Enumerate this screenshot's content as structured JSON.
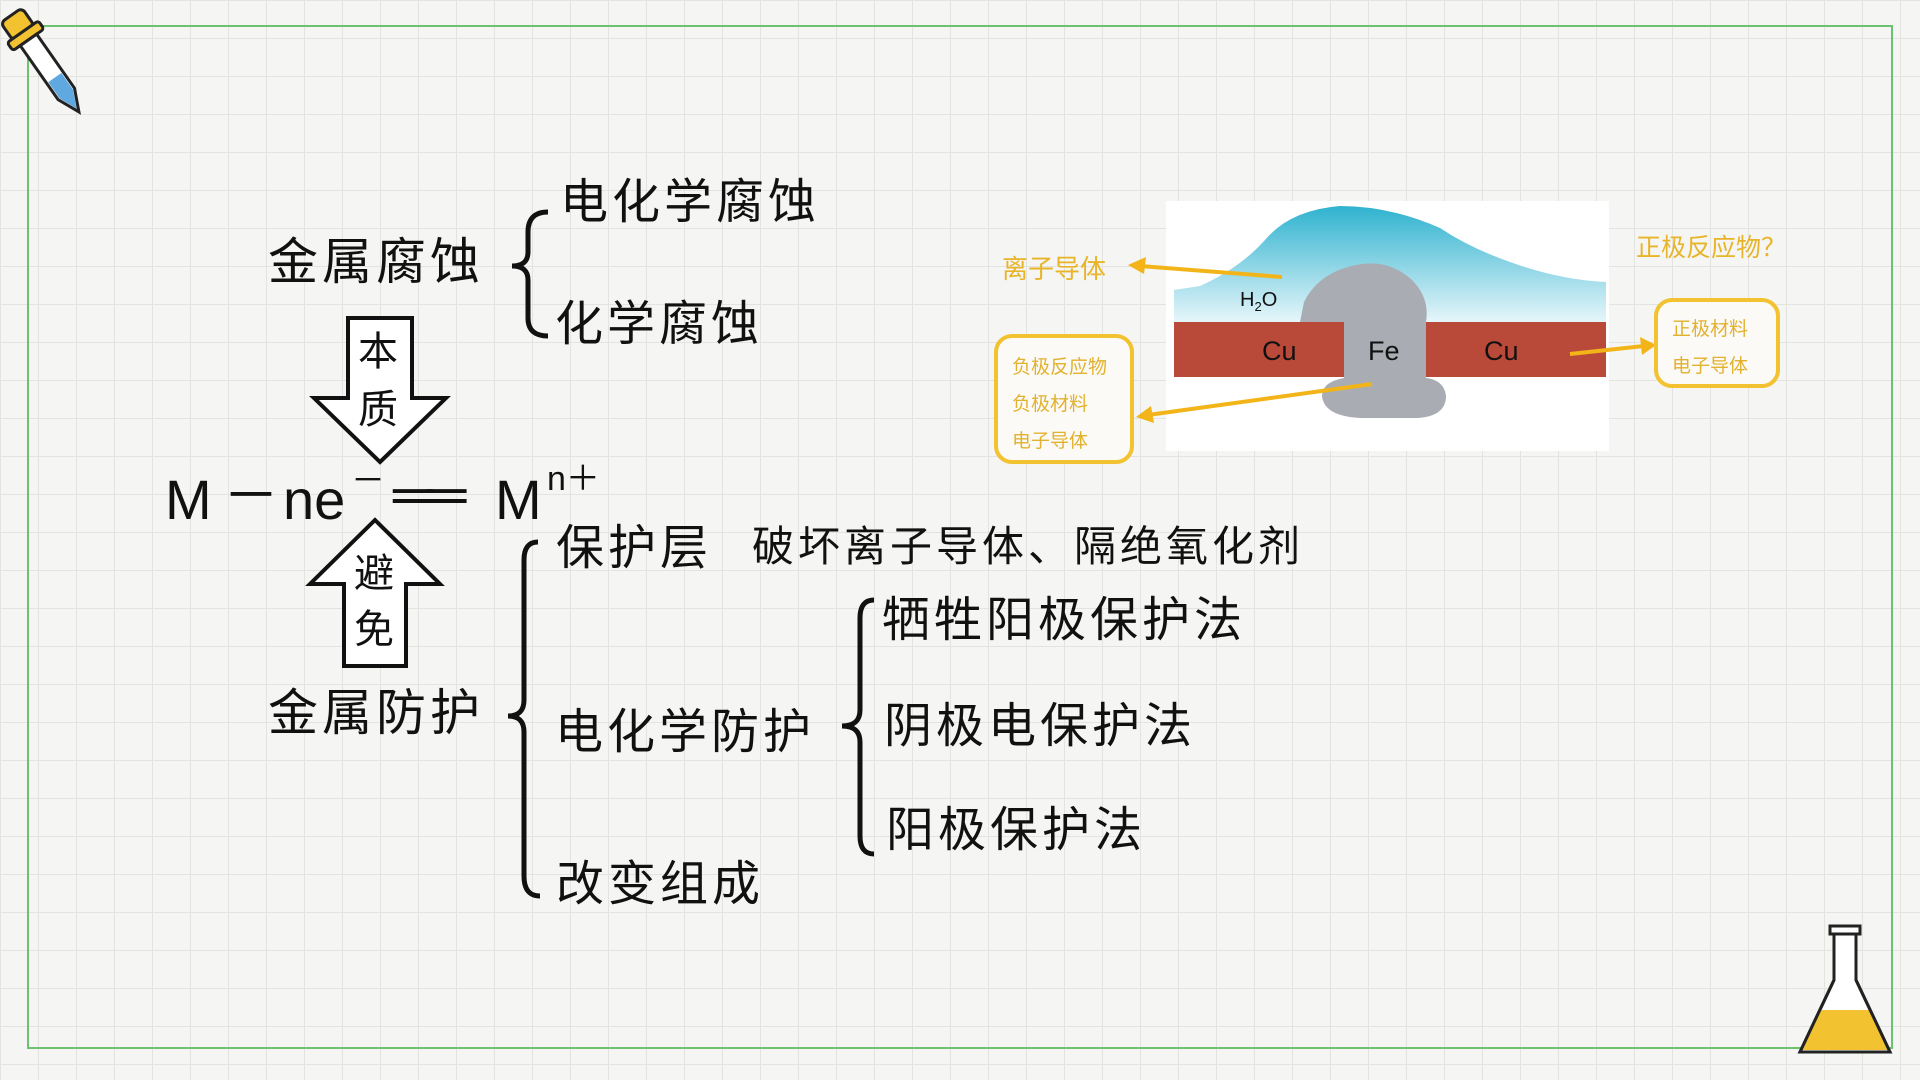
{
  "corrosion": {
    "title": "金属腐蚀",
    "types": [
      "电化学腐蚀",
      "化学腐蚀"
    ]
  },
  "arrows": {
    "down": [
      "本",
      "质"
    ],
    "up": [
      "避",
      "免"
    ]
  },
  "formula": {
    "m": "M",
    "minus": "－",
    "ne": "ne",
    "e_sup": "－",
    "equals": "══",
    "m2": "M",
    "n_sup": "n＋"
  },
  "protection": {
    "title": "金属防护",
    "layer_label": "保护层",
    "layer_note": "破坏离子导体、隔绝氧化剂",
    "electrochem": {
      "label": "电化学防护",
      "methods": [
        "牺牲阳极保护法",
        "阴极电保护法",
        "阳极保护法"
      ]
    },
    "composition": "改变组成"
  },
  "cell": {
    "water_prefix": "H",
    "water_sub": "2",
    "water_suffix": "O",
    "left_metal": "Cu",
    "center_metal": "Fe",
    "right_metal": "Cu",
    "ion_conductor": "离子导体",
    "positive_question": "正极反应物？",
    "positive_box": [
      "正极材料",
      "电子导体"
    ],
    "negative_box": [
      "负极反应物",
      "负极材料",
      "电子导体"
    ]
  },
  "colors": {
    "frame": "#6cc26f",
    "annotation": "#e8b52a",
    "copper": "#b94a39",
    "water": "#4dbfd6",
    "iron": "#a9adb3"
  },
  "decorations": [
    "dropper-icon",
    "flask-icon"
  ]
}
